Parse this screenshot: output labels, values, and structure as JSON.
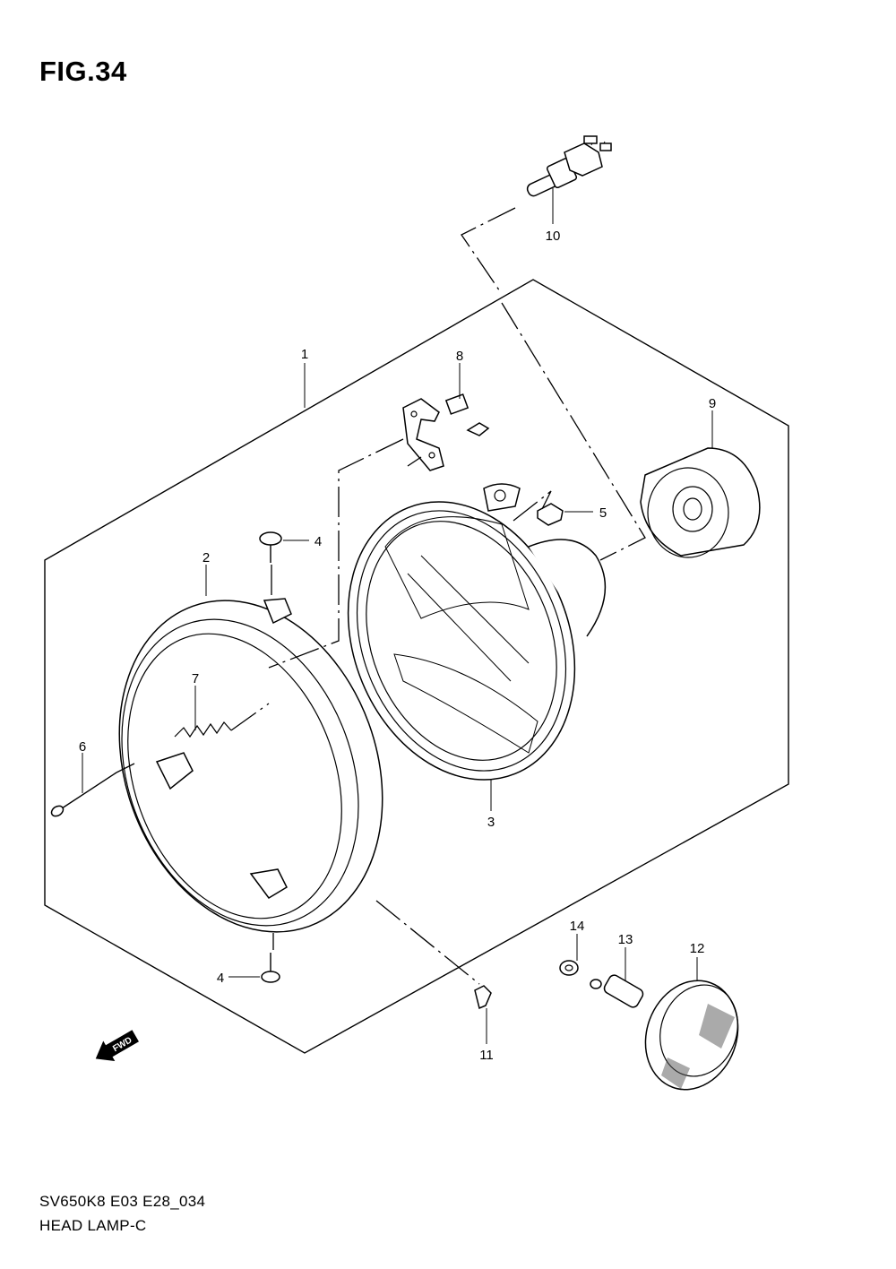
{
  "figure": {
    "title": "FIG.34"
  },
  "footer": {
    "model_code": "SV650K8 E03 E28_034",
    "section_name": "HEAD LAMP-C"
  },
  "fwd_symbol": {
    "label": "FWD",
    "icon": "fwd-arrow-icon"
  },
  "callouts": [
    {
      "number": "1"
    },
    {
      "number": "2"
    },
    {
      "number": "3"
    },
    {
      "number": "4"
    },
    {
      "number": "4"
    },
    {
      "number": "5"
    },
    {
      "number": "6"
    },
    {
      "number": "7"
    },
    {
      "number": "8"
    },
    {
      "number": "9"
    },
    {
      "number": "10"
    },
    {
      "number": "11"
    },
    {
      "number": "12"
    },
    {
      "number": "13"
    },
    {
      "number": "14"
    }
  ]
}
